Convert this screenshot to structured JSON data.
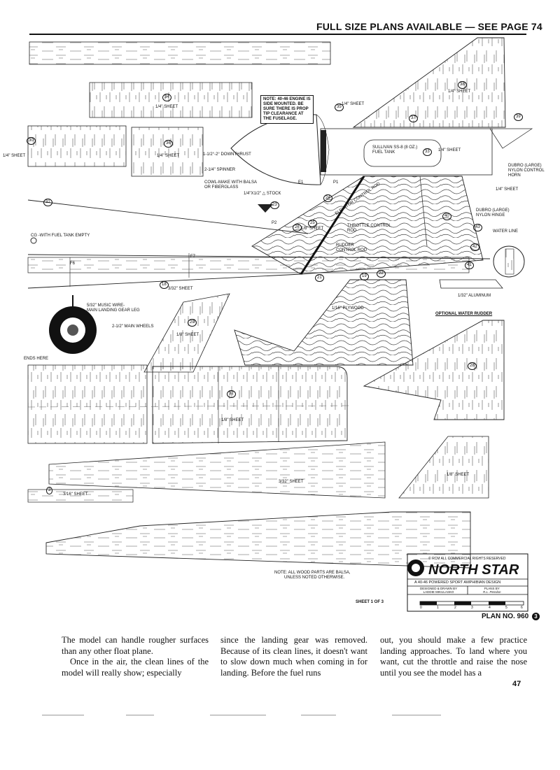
{
  "header": {
    "title": "FULL SIZE PLANS AVAILABLE — SEE PAGE 74"
  },
  "notes": {
    "engine_note": [
      "NOTE: 40-46 ENGINE IS",
      "SIDE MOUNTED. BE",
      "SURE THERE IS PROP",
      "TIP CLEARANCE AT",
      "THE FUSELAGE."
    ],
    "wood_note": [
      "NOTE: ALL WOOD PARTS ARE BALSA,",
      "UNLESS NOTED OTHERWISE."
    ]
  },
  "labels": {
    "sheet_14_a": "1/4\" SHEET",
    "sheet_14_b": "1/4\" SHEET",
    "sheet_14_c": "1/4\" SHEET",
    "sheet_14_d": "1/4\" SHEET",
    "sheet_14_e": "1/4\" SHEET",
    "sheet_14_f": "1/4\" SHEET",
    "sheet_14_g": "1/4\" SHEET",
    "sheet_18_a": "1/8\" SHEET",
    "sheet_18_b": "1/8\" SHEET",
    "sheet_18_c": "1/8\" SHEET",
    "sheet_18_d": "1/8\" SHEET",
    "sheet_332_a": "3/32\" SHEET",
    "sheet_332_b": "3/32\" SHEET",
    "sheet_316": "3/16\" SHEET",
    "downthrust": "1-1/2°-2° DOWNTHRUST",
    "spinner": "2-1/4\" SPINNER",
    "cowl": [
      "COWL-MAKE WITH BALSA",
      "OR FIBERGLASS"
    ],
    "stock": "1/4\"X1/2\" △ STOCK",
    "fuel_tank": [
      "SULLIVAN SS-8 (8 OZ.)",
      "FUEL TANK"
    ],
    "control_horn": [
      "DUBRO (LARGE)",
      "NYLON CONTROL",
      "HORN"
    ],
    "hinge": [
      "DUBRO (LARGE)",
      "NYLON HINGE"
    ],
    "water_line": "WATER LINE",
    "elevator_rod": "ELEVATOR CONTROL ROD",
    "throttle_rod": [
      "THROTTLE CONTROL",
      "ROD"
    ],
    "rudder_rod": [
      "RUDDER",
      "CONTROL ROD"
    ],
    "cg": "CG -WITH FUEL TANK EMPTY",
    "music_wire": [
      "5/32\" MUSIC WIRE-",
      "MAIN LANDING GEAR LEG"
    ],
    "main_wheels": "2-1/2\" MAIN WHEELS",
    "plywood": "1/16\" PLYWOOD",
    "aluminum": "1/32\" ALUMINUM",
    "water_rudder": "OPTIONAL WATER RUDDER",
    "ends_here": "ENDS HERE",
    "e1": "E1",
    "p1": "P1",
    "p2": "P2",
    "f6": "F6",
    "f7": "F7"
  },
  "part_numbers": [
    "34",
    "35",
    "36",
    "39",
    "37",
    "38",
    "33",
    "30",
    "31",
    "23",
    "24",
    "25",
    "26",
    "21",
    "18",
    "19",
    "22",
    "40",
    "41",
    "42",
    "43",
    "29",
    "28",
    "32",
    "3"
  ],
  "title_block": {
    "copyright": "© RCM ALL COMMERCIAL RIGHTS RESERVED",
    "name": "NORTH STAR",
    "subtitle": "A 40-46 POWERED SPORT AMPHIBIAN DESIGN",
    "designed_label": "DESIGNED & DRAWN BY",
    "designer": "LADDIE MIKULASKO",
    "plans_by_label": "PLANS BY",
    "plans_by": "R.L. Pesslon",
    "scale_numbers": [
      "0",
      "1",
      "2",
      "3",
      "4",
      "5",
      "6"
    ]
  },
  "sheet_info": "SHEET 1 OF 3",
  "plan_number": "PLAN NO. 960",
  "plan_number_badge": "3",
  "body_text": {
    "col1_p1": "The model can handle rougher surfaces than any other float plane.",
    "col1_p2": "Once in the air, the clean lines of the model will really show; especially",
    "col2": "since the landing gear was removed. Because of its clean lines, it doesn't want to slow down much when coming in for landing. Before the fuel runs",
    "col3": "out, you should make a few practice landing approaches. To land where you want, cut the throttle and raise the nose until you see the model has a"
  },
  "page_number": "47"
}
